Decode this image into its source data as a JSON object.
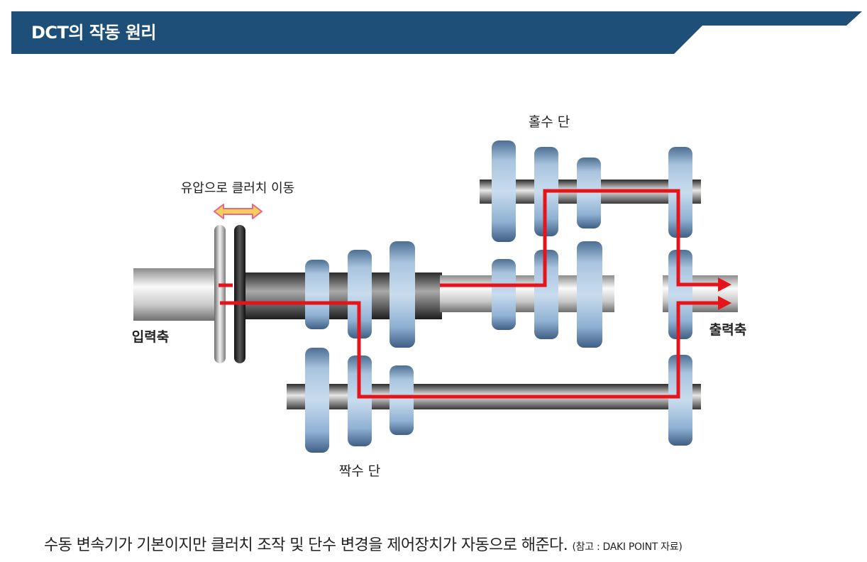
{
  "header": {
    "title": "DCT의 작동 원리"
  },
  "diagram": {
    "label_odd": "홀수 단",
    "label_even": "짝수 단",
    "label_clutch": "유압으로 클러치 이동",
    "label_input": "입력축",
    "label_output": "출력축"
  },
  "caption": {
    "main": "수동 변속기가 기본이지만 클러치 조작 및 단수 변경을 제어장치가 자동으로 해준다.",
    "note": "(참고 : DAKI POINT 자료)"
  },
  "colors": {
    "header": "#1d4f78",
    "power_flow": "#e5141b",
    "gear": "#8fb1d3",
    "arrow": "#f4d05a"
  }
}
